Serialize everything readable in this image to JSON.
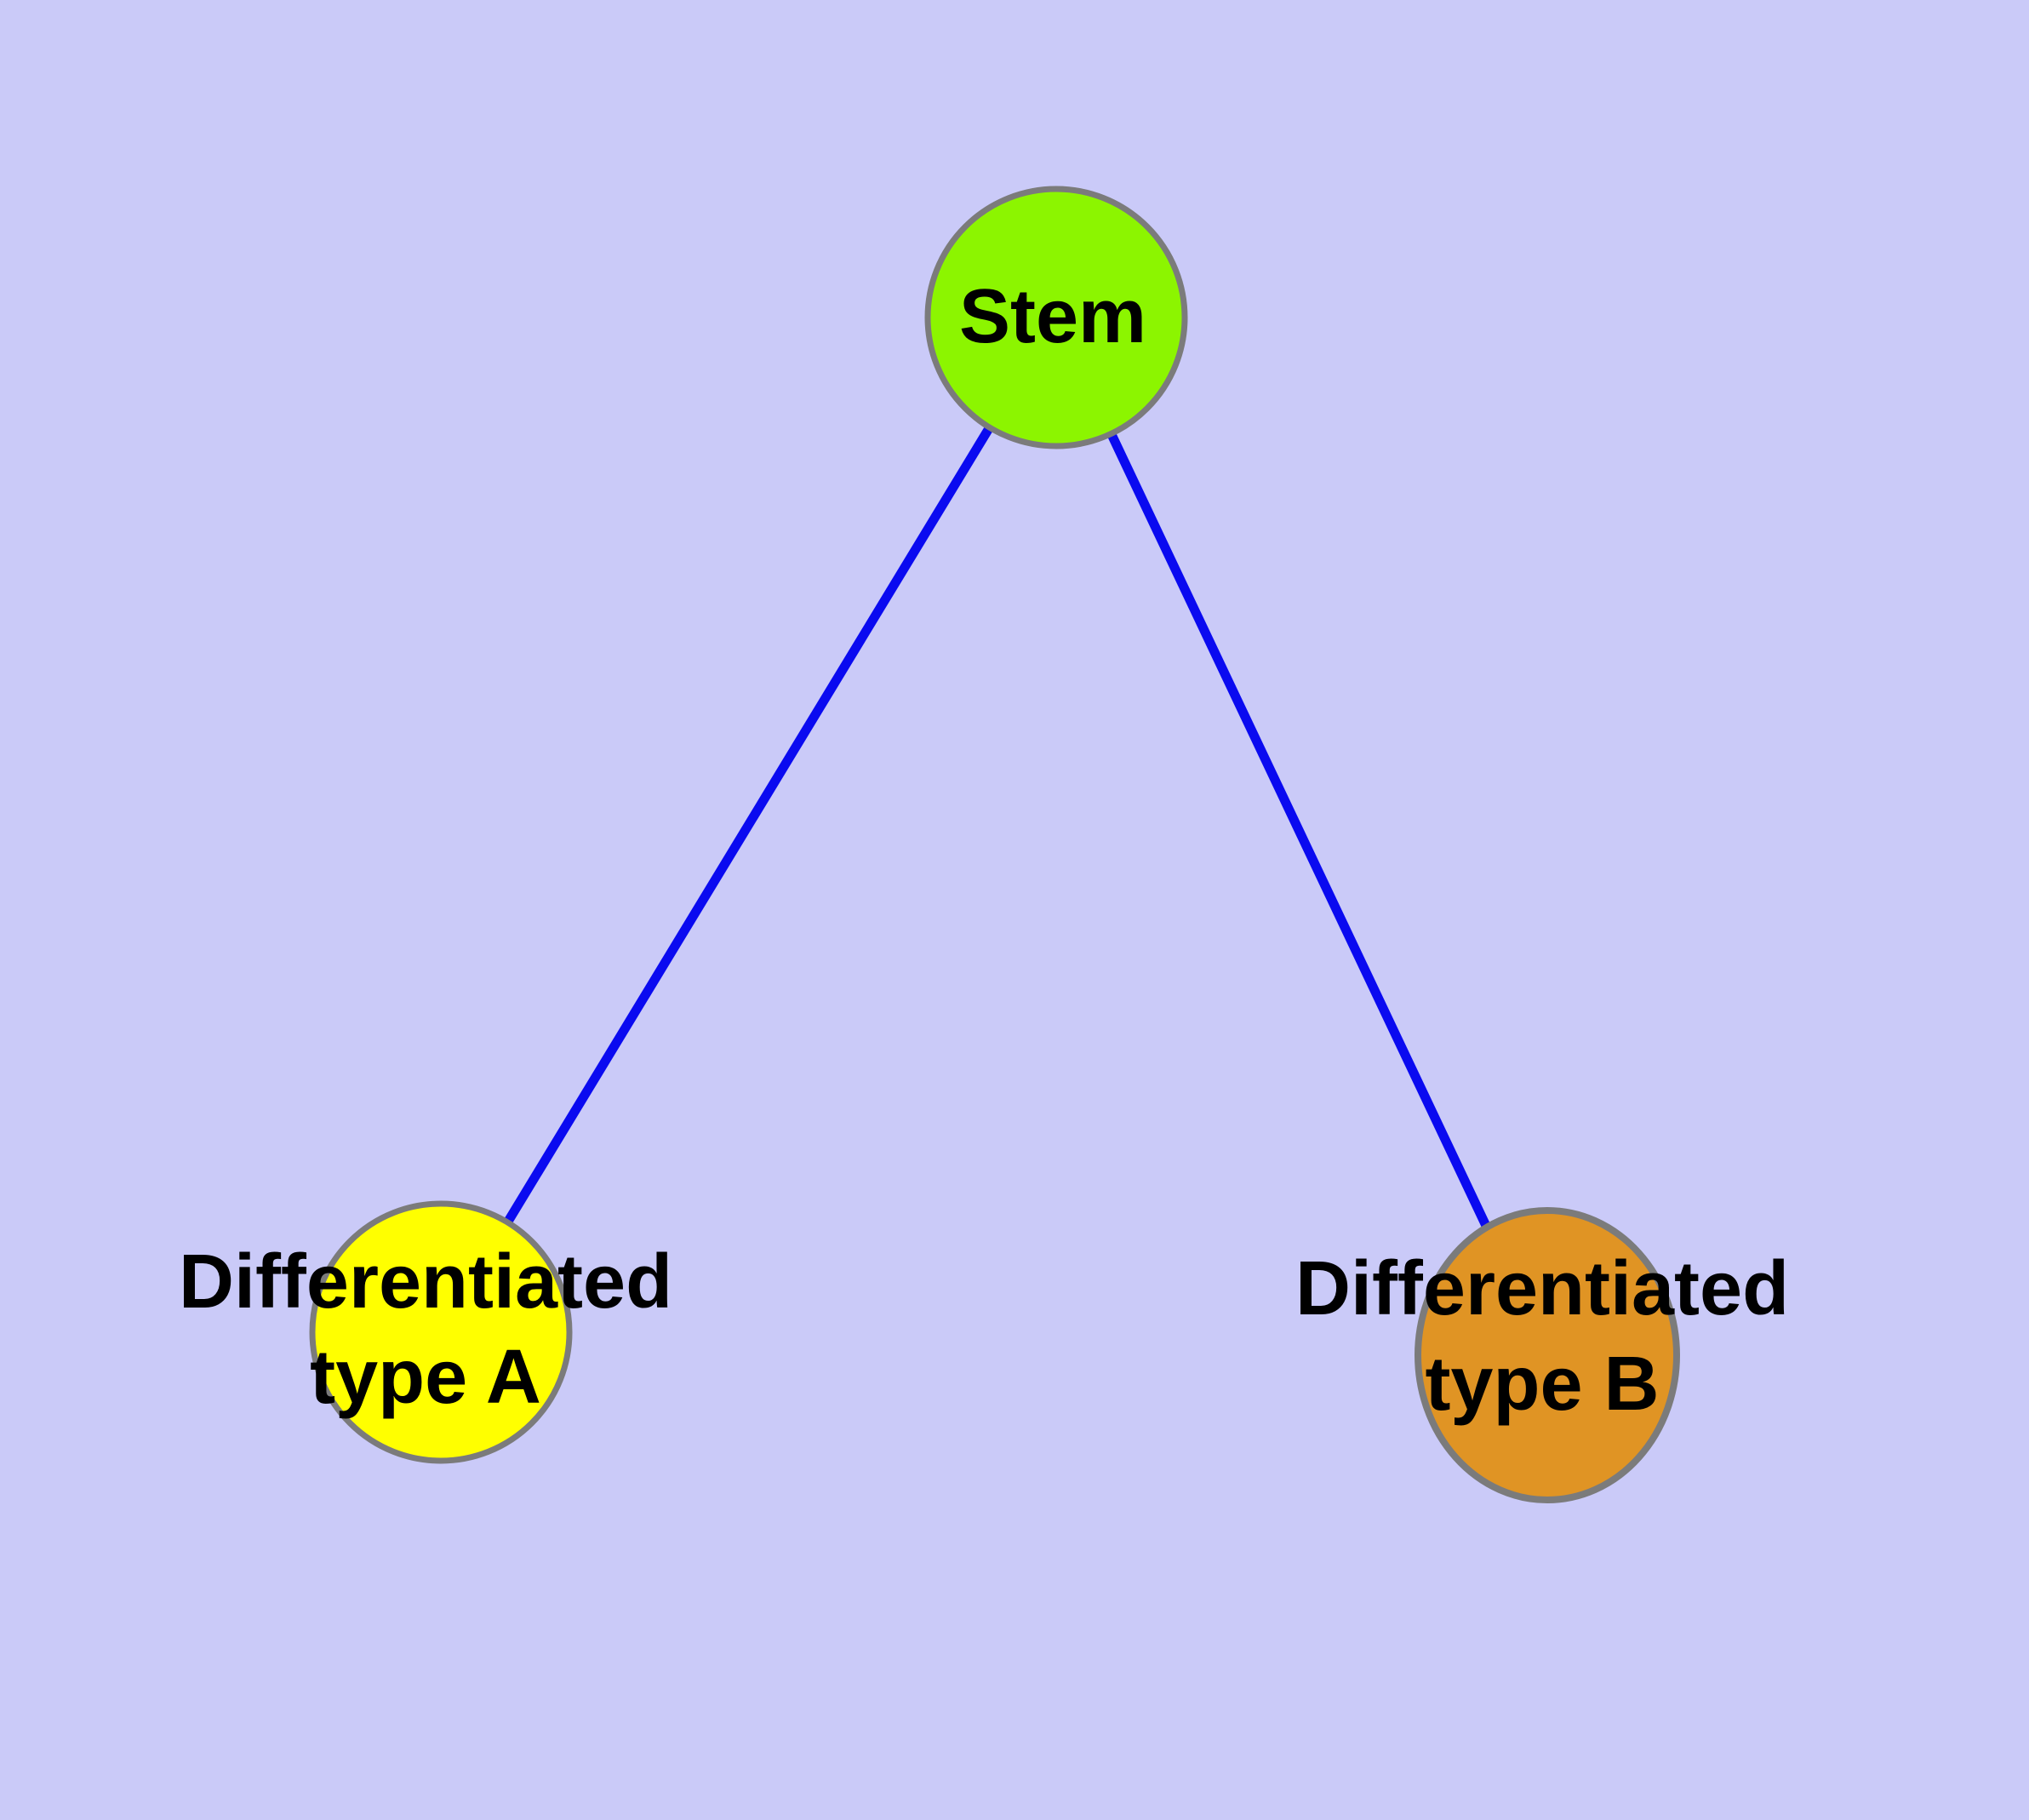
{
  "diagram": {
    "type": "node-link-graph",
    "background_color": "#CACAF8",
    "edge_color": "#0A0AF0",
    "node_border_color": "#7B7B7B",
    "label_color": "#000000",
    "nodes": [
      {
        "id": "stem",
        "label": "Stem",
        "fill": "#8CF500"
      },
      {
        "id": "differentiated-type-a",
        "label_line1": "Differentiated",
        "label_line2": "type A",
        "fill": "#FFFF00"
      },
      {
        "id": "differentiated-type-b",
        "label_line1": "Differentiated",
        "label_line2": "type B",
        "fill": "#E09424"
      }
    ],
    "edges": [
      {
        "from": "Stem",
        "to": "Differentiated type A"
      },
      {
        "from": "Stem",
        "to": "Differentiated type B"
      }
    ]
  }
}
